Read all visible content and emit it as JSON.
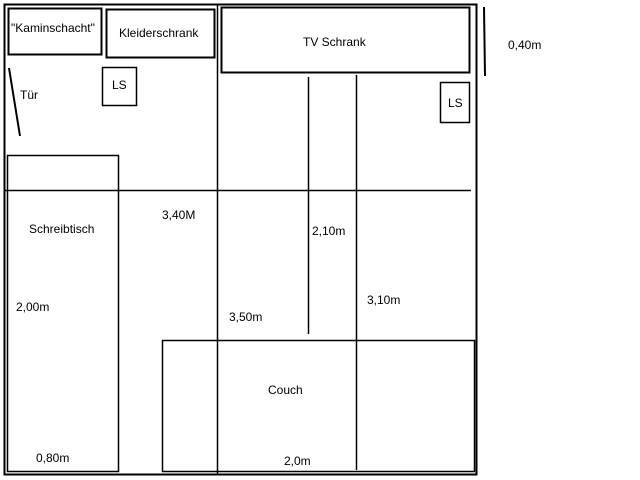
{
  "colors": {
    "line": "#000000",
    "background": "#ffffff"
  },
  "furniture": {
    "kaminschacht": "\"Kaminschacht\"",
    "kleiderschrank": "Kleiderschrank",
    "tv_schrank": "TV Schrank",
    "ls_left": "LS",
    "ls_right": "LS",
    "tuer": "Tür",
    "schreibtisch": "Schreibtisch",
    "couch": "Couch"
  },
  "dimensions": {
    "tv_depth": "0,40m",
    "room_width": "3,40M",
    "tv_to_couch": "2,10m",
    "middle_depth": "3,50m",
    "right_depth": "3,10m",
    "desk_length": "2,00m",
    "desk_width": "0,80m",
    "couch_width": "2,0m"
  }
}
